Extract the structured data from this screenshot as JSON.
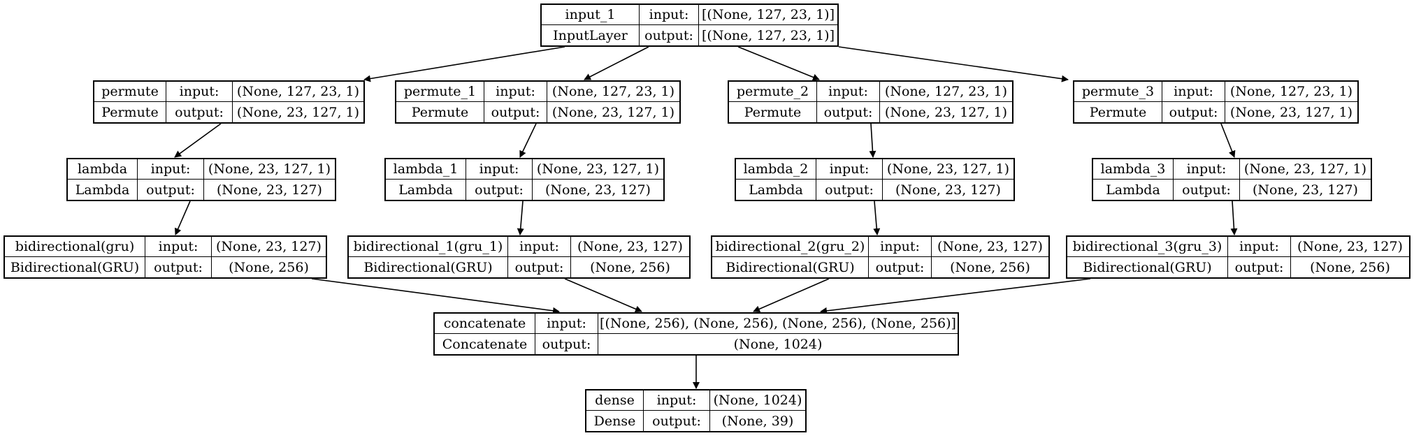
{
  "nodes": [
    {
      "id": "input_1",
      "name": "input_1",
      "type": "InputLayer",
      "input_label": "input:",
      "output_label": "output:",
      "input": "[(None, 127, 23, 1)]",
      "output": "[(None, 127, 23, 1)]"
    },
    {
      "id": "permute",
      "name": "permute",
      "type": "Permute",
      "input_label": "input:",
      "output_label": "output:",
      "input": "(None, 127, 23, 1)",
      "output": "(None, 23, 127, 1)"
    },
    {
      "id": "permute_1",
      "name": "permute_1",
      "type": "Permute",
      "input_label": "input:",
      "output_label": "output:",
      "input": "(None, 127, 23, 1)",
      "output": "(None, 23, 127, 1)"
    },
    {
      "id": "permute_2",
      "name": "permute_2",
      "type": "Permute",
      "input_label": "input:",
      "output_label": "output:",
      "input": "(None, 127, 23, 1)",
      "output": "(None, 23, 127, 1)"
    },
    {
      "id": "permute_3",
      "name": "permute_3",
      "type": "Permute",
      "input_label": "input:",
      "output_label": "output:",
      "input": "(None, 127, 23, 1)",
      "output": "(None, 23, 127, 1)"
    },
    {
      "id": "lambda",
      "name": "lambda",
      "type": "Lambda",
      "input_label": "input:",
      "output_label": "output:",
      "input": "(None, 23, 127, 1)",
      "output": "(None, 23, 127)"
    },
    {
      "id": "lambda_1",
      "name": "lambda_1",
      "type": "Lambda",
      "input_label": "input:",
      "output_label": "output:",
      "input": "(None, 23, 127, 1)",
      "output": "(None, 23, 127)"
    },
    {
      "id": "lambda_2",
      "name": "lambda_2",
      "type": "Lambda",
      "input_label": "input:",
      "output_label": "output:",
      "input": "(None, 23, 127, 1)",
      "output": "(None, 23, 127)"
    },
    {
      "id": "lambda_3",
      "name": "lambda_3",
      "type": "Lambda",
      "input_label": "input:",
      "output_label": "output:",
      "input": "(None, 23, 127, 1)",
      "output": "(None, 23, 127)"
    },
    {
      "id": "bidirectional",
      "name": "bidirectional(gru)",
      "type": "Bidirectional(GRU)",
      "input_label": "input:",
      "output_label": "output:",
      "input": "(None, 23, 127)",
      "output": "(None, 256)"
    },
    {
      "id": "bidirectional_1",
      "name": "bidirectional_1(gru_1)",
      "type": "Bidirectional(GRU)",
      "input_label": "input:",
      "output_label": "output:",
      "input": "(None, 23, 127)",
      "output": "(None, 256)"
    },
    {
      "id": "bidirectional_2",
      "name": "bidirectional_2(gru_2)",
      "type": "Bidirectional(GRU)",
      "input_label": "input:",
      "output_label": "output:",
      "input": "(None, 23, 127)",
      "output": "(None, 256)"
    },
    {
      "id": "bidirectional_3",
      "name": "bidirectional_3(gru_3)",
      "type": "Bidirectional(GRU)",
      "input_label": "input:",
      "output_label": "output:",
      "input": "(None, 23, 127)",
      "output": "(None, 256)"
    },
    {
      "id": "concatenate",
      "name": "concatenate",
      "type": "Concatenate",
      "input_label": "input:",
      "output_label": "output:",
      "input": "[(None, 256), (None, 256), (None, 256), (None, 256)]",
      "output": "(None, 1024)"
    },
    {
      "id": "dense",
      "name": "dense",
      "type": "Dense",
      "input_label": "input:",
      "output_label": "output:",
      "input": "(None, 1024)",
      "output": "(None, 39)"
    }
  ],
  "edges": [
    {
      "from": "input_1",
      "to": "permute"
    },
    {
      "from": "input_1",
      "to": "permute_1"
    },
    {
      "from": "input_1",
      "to": "permute_2"
    },
    {
      "from": "input_1",
      "to": "permute_3"
    },
    {
      "from": "permute",
      "to": "lambda"
    },
    {
      "from": "permute_1",
      "to": "lambda_1"
    },
    {
      "from": "permute_2",
      "to": "lambda_2"
    },
    {
      "from": "permute_3",
      "to": "lambda_3"
    },
    {
      "from": "lambda",
      "to": "bidirectional"
    },
    {
      "from": "lambda_1",
      "to": "bidirectional_1"
    },
    {
      "from": "lambda_2",
      "to": "bidirectional_2"
    },
    {
      "from": "lambda_3",
      "to": "bidirectional_3"
    },
    {
      "from": "bidirectional",
      "to": "concatenate"
    },
    {
      "from": "bidirectional_1",
      "to": "concatenate"
    },
    {
      "from": "bidirectional_2",
      "to": "concatenate"
    },
    {
      "from": "bidirectional_3",
      "to": "concatenate"
    },
    {
      "from": "concatenate",
      "to": "dense"
    }
  ]
}
